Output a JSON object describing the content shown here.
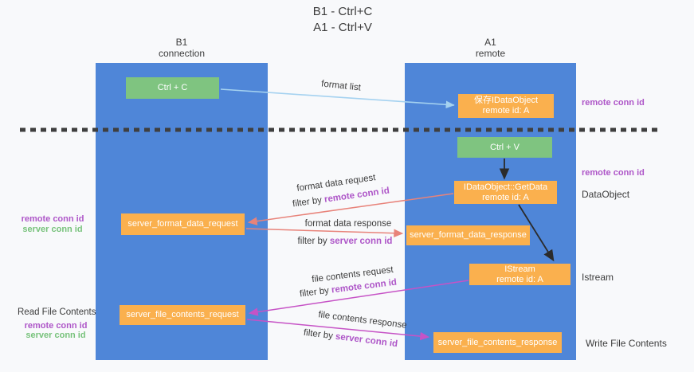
{
  "title": {
    "line1": "B1 - Ctrl+C",
    "line2": "A1 - Ctrl+V"
  },
  "lifelines": {
    "left": {
      "name": "B1",
      "subtitle": "connection"
    },
    "right": {
      "name": "A1",
      "subtitle": "remote"
    }
  },
  "nodes": {
    "ctrl_c": {
      "label": "Ctrl + C"
    },
    "save_dataobject": {
      "line1": "保存IDataObject",
      "line2": "remote id: A"
    },
    "ctrl_v": {
      "label": "Ctrl + V"
    },
    "getdata": {
      "line1": "IDataObject::GetData",
      "line2": "remote id: A"
    },
    "format_request": {
      "label": "server_format_data_request"
    },
    "format_response": {
      "label": "server_format_data_response"
    },
    "istream": {
      "line1": "IStream",
      "line2": "remote id: A"
    },
    "file_request": {
      "label": "server_file_contents_request"
    },
    "file_response": {
      "label": "server_file_contents_response"
    }
  },
  "arrows": {
    "format_list": {
      "label": "format list"
    },
    "format_data_request": {
      "label": "format data request",
      "filter_prefix": "filter by ",
      "filter_key": "remote conn id"
    },
    "format_data_response": {
      "label": "format data response",
      "filter_prefix": "filter by ",
      "filter_key": "server conn id"
    },
    "file_contents_request": {
      "label": "file contents request",
      "filter_prefix": "filter by ",
      "filter_key": "remote conn id"
    },
    "file_contents_response": {
      "label": "file contents response",
      "filter_prefix": "filter by ",
      "filter_key": "server conn id"
    }
  },
  "side_labels": {
    "remote_conn_id": "remote conn id",
    "server_conn_id": "server conn id",
    "dataobject": "DataObject",
    "istream": "Istream",
    "read_file_contents": "Read File Contents",
    "write_file_contents": "Write File Contents"
  },
  "colors": {
    "lifeline_blue": "#4f86d8",
    "action_green": "#7fc480",
    "message_orange": "#fab04e",
    "remote_conn_purple": "#ae56c8",
    "server_conn_green": "#77c27b",
    "request_arrow_salmon": "#e8837a",
    "contents_arrow_magenta": "#c653c6",
    "format_list_arrow_blue": "#a5d2f0",
    "separator_dark": "#3f3f3f"
  }
}
